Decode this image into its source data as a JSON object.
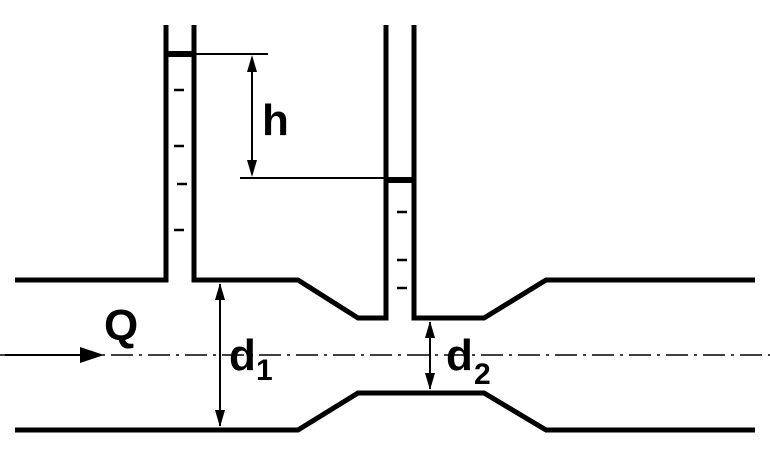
{
  "labels": {
    "flow": "Q",
    "height": "h",
    "d1_main": "d",
    "d1_sub": "1",
    "d2_main": "d",
    "d2_sub": "2"
  }
}
